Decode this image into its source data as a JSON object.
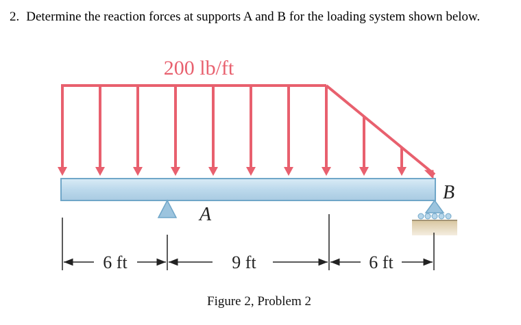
{
  "question": {
    "number": "2.",
    "text": "Determine the reaction forces at supports A and B for the loading system shown below."
  },
  "diagram": {
    "load_label": "200 lb/ft",
    "support_a_label": "A",
    "support_b_label": "B",
    "dimensions": [
      "6 ft",
      "9 ft",
      "6 ft"
    ],
    "colors": {
      "load": "#e8606e",
      "beam_fill": "#bcd9ec",
      "beam_stroke": "#6fa6c8",
      "ground": "#c9b48a"
    }
  },
  "caption": "Figure 2, Problem 2"
}
